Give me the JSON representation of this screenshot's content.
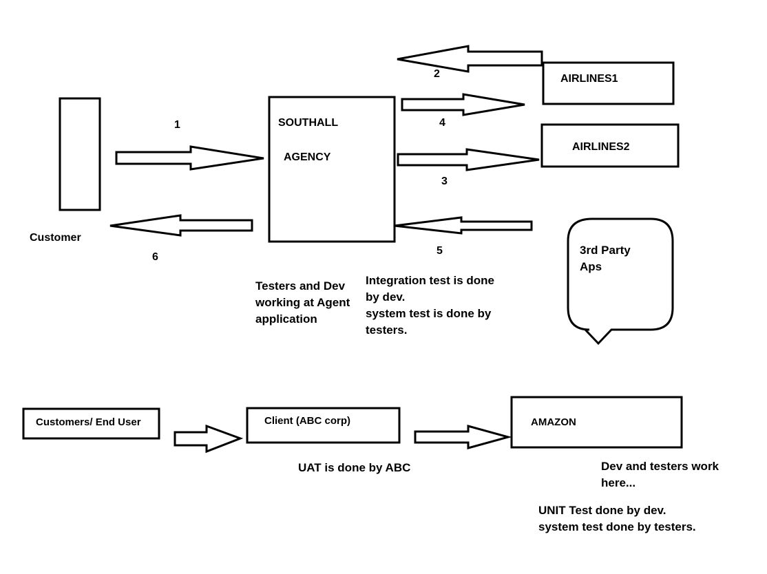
{
  "customer_label": "Customer",
  "agency": {
    "line1": "SOUTHALL",
    "line2": "AGENCY"
  },
  "airlines1": "AIRLINES1",
  "airlines2": "AIRLINES2",
  "third_party": {
    "line1": "3rd Party",
    "line2": "Aps"
  },
  "arrow_labels": {
    "a1": "1",
    "a2": "2",
    "a3": "3",
    "a4": "4",
    "a5": "5",
    "a6": "6"
  },
  "note_testers": {
    "line1": "Testers and Dev",
    "line2": "working at Agent",
    "line3": "application"
  },
  "note_integration": {
    "line1": "Integration test is done",
    "line2": "by dev.",
    "line3": "system test is done by",
    "line4": "testers."
  },
  "bottom": {
    "customers": "Customers/ End User",
    "client": "Client (ABC corp)",
    "amazon": "AMAZON",
    "uat": "UAT is done by ABC",
    "dev_note": {
      "line1": "Dev and testers work",
      "line2": "here..."
    },
    "unit_note": {
      "line1": "UNIT Test done by dev.",
      "line2": "system test done by testers."
    }
  },
  "colors": {
    "stroke": "#000000",
    "background": "#ffffff"
  }
}
